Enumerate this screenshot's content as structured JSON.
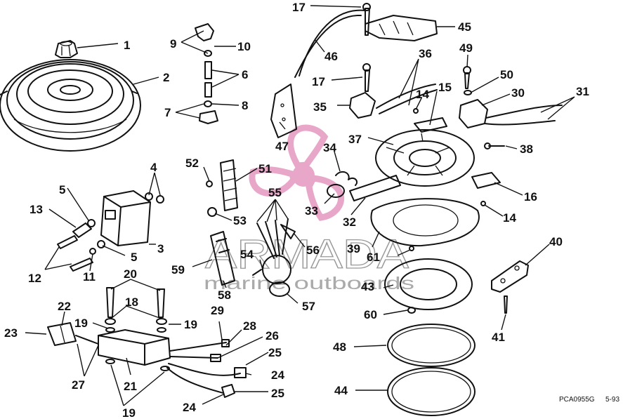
{
  "watermark": {
    "brand": "ARMADA",
    "tagline": "marine outboards",
    "accent_color": "#e8a6c8",
    "icon": "propeller-logo-icon"
  },
  "footer": {
    "part_code": "PCA0955G",
    "date_code": "5-93"
  },
  "callouts": {
    "c1": "1",
    "c2": "2",
    "c3": "3",
    "c4": "4",
    "c5a": "5",
    "c5b": "5",
    "c6": "6",
    "c7": "7",
    "c8": "8",
    "c9": "9",
    "c10": "10",
    "c11": "11",
    "c12": "12",
    "c13": "13",
    "c14a": "14",
    "c14b": "14",
    "c15": "15",
    "c16": "16",
    "c17a": "17",
    "c17b": "17",
    "c18": "18",
    "c19a": "19",
    "c19b": "19",
    "c19c": "19",
    "c20": "20",
    "c21": "21",
    "c22": "22",
    "c23": "23",
    "c24a": "24",
    "c24b": "24",
    "c25a": "25",
    "c25b": "25",
    "c26": "26",
    "c27": "27",
    "c28": "28",
    "c29": "29",
    "c30": "30",
    "c31": "31",
    "c32": "32",
    "c33": "33",
    "c34": "34",
    "c35": "35",
    "c36": "36",
    "c37": "37",
    "c38": "38",
    "c39": "39",
    "c40": "40",
    "c41": "41",
    "c43": "43",
    "c44": "44",
    "c45": "45",
    "c46": "46",
    "c47": "47",
    "c48": "48",
    "c49": "49",
    "c50": "50",
    "c51": "51",
    "c52": "52",
    "c53": "53",
    "c54": "54",
    "c55": "55",
    "c56": "56",
    "c57": "57",
    "c58": "58",
    "c59": "59",
    "c60": "60",
    "c61": "61"
  }
}
